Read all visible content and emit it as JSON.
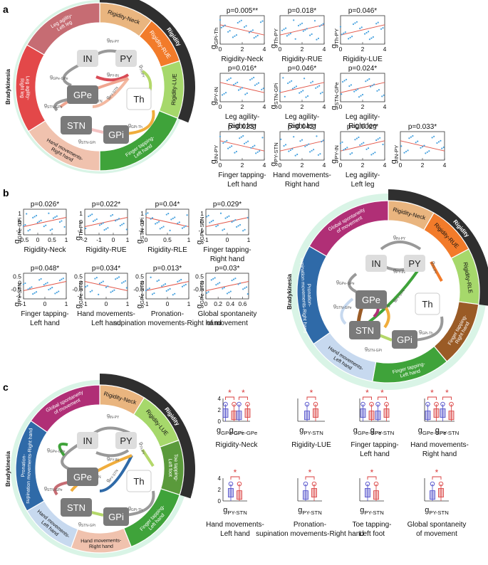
{
  "panel_labels": {
    "a": "a",
    "b": "b",
    "c": "c"
  },
  "colors": {
    "neck": "#e9b57f",
    "rue": "#f27b2a",
    "lue": "#a6d86b",
    "rle": "#a6d86b",
    "ft_left": "#3fa33a",
    "hm_right": "#f0c2ae",
    "la_right": "#e34849",
    "la_left": "#c66c73",
    "gs": "#b02f76",
    "ps": "#2f6aa8",
    "hm_left": "#c7d9ef",
    "ft_right": "#9a5b26",
    "toe": "#5a9a3b",
    "rigidity": "#2f2f2f",
    "halo": "#d9f4e6",
    "dot": "#4aa3df",
    "fit": "#e2574a",
    "box_blue": "#4b49c9",
    "box_red": "#d93b3b"
  },
  "labels": {
    "bradykinesia": "Bradykinesia",
    "rigidity": "Rigidity",
    "neck": "Rigidity-Neck",
    "rue": "Rigidity-RUE",
    "lue": "Rigidity-LUE",
    "rle": "Rigidity-RLE",
    "la_left": "Leg agility-Left leg",
    "la_right": "Leg agility-Right leg",
    "hm_right": "Hand movements-Right hand",
    "ft_left": "Finger tapping-Left hand",
    "ft_right": "Finger tapping-Right hand",
    "hm_left": "Hand movements-Left hand",
    "gs": "Global spontaneity of movement",
    "ps": "Pronation-supination movements-Right hand",
    "toe": "Toe tapping-Left foot"
  },
  "nodes": {
    "in": "IN",
    "py": "PY",
    "gpe": "GPe",
    "stn": "STN",
    "gpi": "GPi",
    "th": "Th"
  },
  "chart_data": [
    {
      "panel": "a",
      "type": "scatter",
      "title": "p=0.005**",
      "ylabel": "g_GPi-Th",
      "xlabel": "Rigidity-Neck",
      "xlim": [
        0,
        4
      ],
      "xticks": [
        "0",
        "2",
        "4"
      ]
    },
    {
      "panel": "a",
      "type": "scatter",
      "title": "p=0.018*",
      "ylabel": "g_Th-PY",
      "xlabel": "Rigidity-RUE",
      "xlim": [
        0,
        4
      ],
      "xticks": [
        "0",
        "2",
        "4"
      ]
    },
    {
      "panel": "a",
      "type": "scatter",
      "title": "p=0.046*",
      "ylabel": "g_Th-PY",
      "xlabel": "Rigidity-LUE",
      "xlim": [
        0,
        4
      ],
      "xticks": [
        "0",
        "2",
        "4"
      ]
    },
    {
      "panel": "a",
      "type": "scatter",
      "title": "p=0.016*",
      "ylabel": "g_PY-IN",
      "xlabel": "Leg agility-Right leg",
      "xlim": [
        0,
        4
      ],
      "xticks": [
        "0",
        "2",
        "4"
      ]
    },
    {
      "panel": "a",
      "type": "scatter",
      "title": "p=0.046*",
      "ylabel": "g_STN-GPi",
      "xlabel": "Leg agility-Right leg",
      "xlim": [
        0,
        4
      ],
      "xticks": [
        "0",
        "2",
        "4"
      ]
    },
    {
      "panel": "a",
      "type": "scatter",
      "title": "p=0.024*",
      "ylabel": "g_STN-GPe",
      "xlabel": "Leg agility-Right leg",
      "xlim": [
        0,
        4
      ],
      "xticks": [
        "0",
        "2",
        "4"
      ]
    },
    {
      "panel": "a",
      "type": "scatter",
      "title": "p=0.023*",
      "ylabel": "g_IN-PY",
      "xlabel": "Finger tapping-Left hand",
      "xlim": [
        0,
        4
      ],
      "xticks": [
        "0",
        "2",
        "4"
      ]
    },
    {
      "panel": "a",
      "type": "scatter",
      "title": "p=0.042*",
      "ylabel": "g_PY-STN",
      "xlabel": "Hand movements-Right hand",
      "xlim": [
        0,
        4
      ],
      "xticks": [
        "0",
        "2",
        "4"
      ]
    },
    {
      "panel": "a",
      "type": "scatter",
      "title": "p=0.002**",
      "ylabel": "g_PY-IN",
      "xlabel": "Leg agility-Left leg",
      "xlim": [
        0,
        4
      ],
      "xticks": [
        "0",
        "2",
        "4"
      ]
    },
    {
      "panel": "a",
      "type": "scatter",
      "title": "p=0.033*",
      "ylabel": "g_IN-PY",
      "xlabel": "",
      "xlim": [
        0,
        4
      ],
      "xticks": [
        "0",
        "2",
        "4"
      ]
    },
    {
      "panel": "b",
      "type": "scatter",
      "title": "p=0.026*",
      "ylabel": "g_GPe-GPi",
      "xlabel": "Rigidity-Neck",
      "xlim": [
        -0.5,
        1
      ],
      "xticks": [
        "-0.5",
        "0",
        "0.5",
        "1"
      ],
      "yticks": [
        "-1",
        "0",
        "1"
      ]
    },
    {
      "panel": "b",
      "type": "scatter",
      "title": "p=0.022*",
      "ylabel": "g_Th-PY",
      "xlabel": "Rigidity-RUE",
      "xlim": [
        -2,
        1
      ],
      "xticks": [
        "-2",
        "-1",
        "0",
        "1"
      ],
      "yticks": [
        "-1",
        "0",
        "1"
      ]
    },
    {
      "panel": "b",
      "type": "scatter",
      "title": "p=0.04*",
      "ylabel": "g_STN-GPi",
      "xlabel": "Rigidity-RLE",
      "xlim": [
        0,
        1
      ],
      "xticks": [
        "0",
        "0.5",
        "1"
      ],
      "yticks": [
        "-1",
        "0",
        "1"
      ]
    },
    {
      "panel": "b",
      "type": "scatter",
      "title": "p=0.029*",
      "ylabel": "g_GPe-STN",
      "xlabel": "Finger tapping-Right hand",
      "xlim": [
        -1,
        1
      ],
      "xticks": [
        "-1",
        "0",
        "1"
      ],
      "yticks": [
        "-1",
        "0",
        "1"
      ]
    },
    {
      "panel": "b",
      "type": "scatter",
      "title": "p=0.048*",
      "ylabel": "g_PY-STN",
      "xlabel": "Finger tapping-Left hand",
      "xlim": [
        -1,
        1
      ],
      "xticks": [
        "-1",
        "0",
        "1"
      ],
      "yticks": [
        "-1",
        "-0.5",
        "0",
        "0.5"
      ]
    },
    {
      "panel": "b",
      "type": "scatter",
      "title": "p=0.034*",
      "ylabel": "g_GPe-STN",
      "xlabel": "Hand movements-Left hand",
      "xlim": [
        -1,
        1
      ],
      "xticks": [
        "-1",
        "0",
        "1"
      ],
      "yticks": [
        "-1",
        "-0.5",
        "0",
        "0.5"
      ]
    },
    {
      "panel": "b",
      "type": "scatter",
      "title": "p=0.013*",
      "ylabel": "g_GPe-STN",
      "xlabel": "Pronation-supination movements-Right hand",
      "xlim": [
        -1,
        1
      ],
      "xticks": [
        "-1",
        "0",
        "1"
      ],
      "yticks": [
        "-1",
        "-0.5",
        "0",
        "0.5"
      ]
    },
    {
      "panel": "b",
      "type": "scatter",
      "title": "p=0.03*",
      "ylabel": "g_GPe-STN",
      "xlabel": "Global spontaneity of movement",
      "xlim": [
        0,
        0.7
      ],
      "xticks": [
        "0",
        "0.2",
        "0.4",
        "0.6"
      ],
      "yticks": [
        "-1",
        "-0.5",
        "0",
        "0.5"
      ]
    },
    {
      "panel": "c",
      "type": "box",
      "title": "Rigidity-Neck",
      "groups": [
        "g_GPe-GPi",
        "g_GPe-GPe"
      ],
      "yticks": [
        "0",
        "2",
        "4"
      ]
    },
    {
      "panel": "c",
      "type": "box",
      "title": "Rigidity-LUE",
      "groups": [
        "g_PY-STN"
      ],
      "yticks": []
    },
    {
      "panel": "c",
      "type": "box",
      "title": "Finger tapping-Left hand",
      "groups": [
        "g_GPe-GPe",
        "g_PY-STN"
      ],
      "yticks": []
    },
    {
      "panel": "c",
      "type": "box",
      "title": "Hand movements-Right hand",
      "groups": [
        "g_GPe-GPe",
        "g_PY-STN"
      ],
      "yticks": []
    },
    {
      "panel": "c",
      "type": "box",
      "title": "Hand movements-Left hand",
      "groups": [
        "g_PY-STN"
      ],
      "yticks": [
        "0",
        "2",
        "4"
      ]
    },
    {
      "panel": "c",
      "type": "box",
      "title": "Pronation-supination movements-Right hand",
      "groups": [
        "g_PY-STN"
      ],
      "yticks": []
    },
    {
      "panel": "c",
      "type": "box",
      "title": "Toe tapping-Left foot",
      "groups": [
        "g_PY-STN"
      ],
      "yticks": []
    },
    {
      "panel": "c",
      "type": "box",
      "title": "Global spontaneity of movement",
      "groups": [
        "g_PY-STN"
      ],
      "yticks": []
    }
  ]
}
